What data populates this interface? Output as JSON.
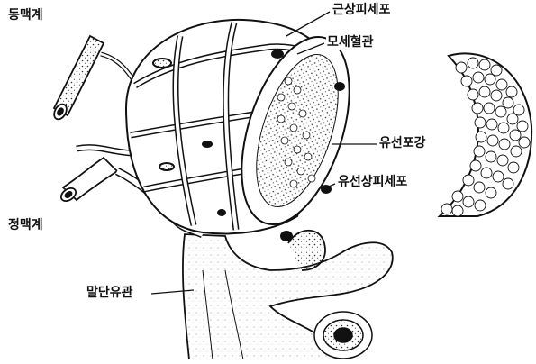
{
  "labels": {
    "artery": "동맥계",
    "myoepithelial": "근상피세포",
    "capillary": "모세혈관",
    "alveolar_lumen": "유선포강",
    "secretory_cell": "유선상피세포",
    "vein": "정맥계",
    "terminal_duct": "말단유관"
  },
  "colors": {
    "ink": "#111111",
    "paper": "#ffffff",
    "shade": "#bdbdbd"
  }
}
